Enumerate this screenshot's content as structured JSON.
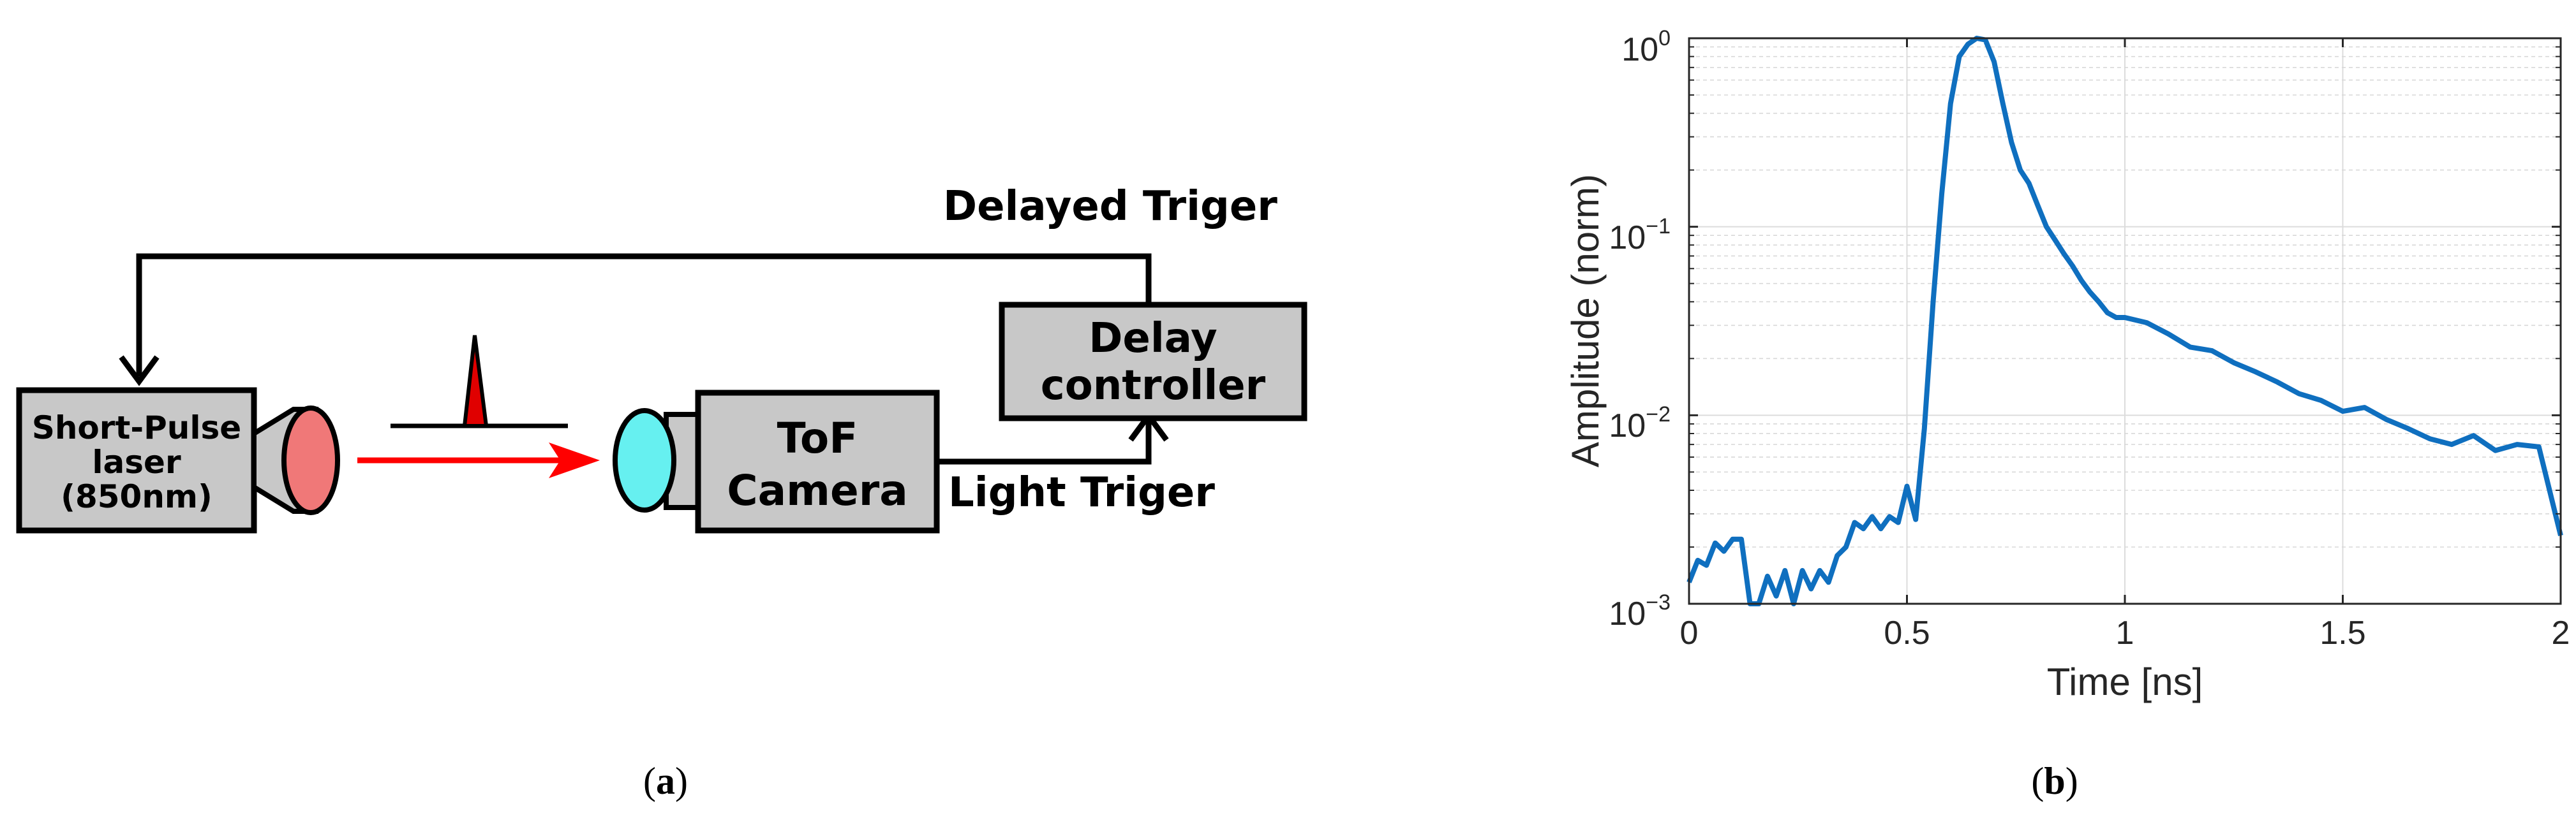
{
  "panel_a": {
    "caption_open": "(",
    "caption_letter": "a",
    "caption_close": ")",
    "laser_label": [
      "Short-Pulse",
      "laser",
      "(850nm)"
    ],
    "camera_label": [
      "ToF",
      "Camera"
    ],
    "delay_label": [
      "Delay",
      "controller"
    ],
    "delayed_trigger": "Delayed Triger",
    "light_trigger": "Light Triger",
    "colors": {
      "box_fill": "#c8c8c8",
      "laser_lens": "#f07878",
      "camera_lens": "#66f0f0",
      "beam": "#ff0000"
    }
  },
  "panel_b": {
    "caption_open": "(",
    "caption_letter": "b",
    "caption_close": ")"
  },
  "chart_data": {
    "type": "line",
    "xlabel": "Time [ns]",
    "ylabel": "Amplitude (norm)",
    "xlim": [
      0,
      2
    ],
    "ylim": [
      0.001,
      1
    ],
    "yscale": "log",
    "grid": true,
    "x_ticks": [
      "0",
      "0.5",
      "1",
      "1.5",
      "2"
    ],
    "y_ticks": [
      {
        "base": "10",
        "exp": "0",
        "value": 1
      },
      {
        "base": "10",
        "exp": "−1",
        "value": 0.1
      },
      {
        "base": "10",
        "exp": "−2",
        "value": 0.01
      },
      {
        "base": "10",
        "exp": "−3",
        "value": 0.001
      }
    ],
    "line_color": "#0f6fbf",
    "series": [
      {
        "x": [
          0,
          0.02,
          0.04,
          0.06,
          0.08,
          0.1,
          0.12,
          0.14,
          0.16,
          0.18,
          0.2,
          0.22,
          0.24,
          0.26,
          0.28,
          0.3,
          0.32,
          0.34,
          0.36,
          0.38,
          0.4,
          0.42,
          0.44,
          0.46,
          0.48,
          0.5,
          0.52,
          0.54,
          0.56,
          0.58,
          0.6,
          0.62,
          0.64,
          0.66,
          0.68,
          0.7,
          0.72,
          0.74,
          0.76,
          0.78,
          0.8,
          0.82,
          0.84,
          0.86,
          0.88,
          0.9,
          0.92,
          0.94,
          0.96,
          0.98,
          1.0,
          1.05,
          1.1,
          1.15,
          1.2,
          1.25,
          1.3,
          1.35,
          1.4,
          1.45,
          1.5,
          1.55,
          1.6,
          1.65,
          1.7,
          1.75,
          1.8,
          1.85,
          1.9,
          1.95,
          2.0
        ],
        "y": [
          0.0013,
          0.0017,
          0.0016,
          0.0021,
          0.0019,
          0.0022,
          0.0022,
          0.001,
          0.001,
          0.0014,
          0.0011,
          0.0015,
          0.001,
          0.0015,
          0.0012,
          0.0015,
          0.0013,
          0.0018,
          0.002,
          0.0027,
          0.0025,
          0.0029,
          0.0025,
          0.0029,
          0.0027,
          0.0042,
          0.0028,
          0.0085,
          0.04,
          0.15,
          0.45,
          0.8,
          0.93,
          1.0,
          0.98,
          0.75,
          0.45,
          0.28,
          0.2,
          0.17,
          0.13,
          0.1,
          0.085,
          0.072,
          0.062,
          0.052,
          0.045,
          0.04,
          0.035,
          0.033,
          0.033,
          0.031,
          0.027,
          0.023,
          0.022,
          0.019,
          0.017,
          0.015,
          0.013,
          0.012,
          0.0105,
          0.011,
          0.0095,
          0.0085,
          0.0075,
          0.007,
          0.0078,
          0.0065,
          0.007,
          0.0068,
          0.0023
        ]
      }
    ]
  }
}
